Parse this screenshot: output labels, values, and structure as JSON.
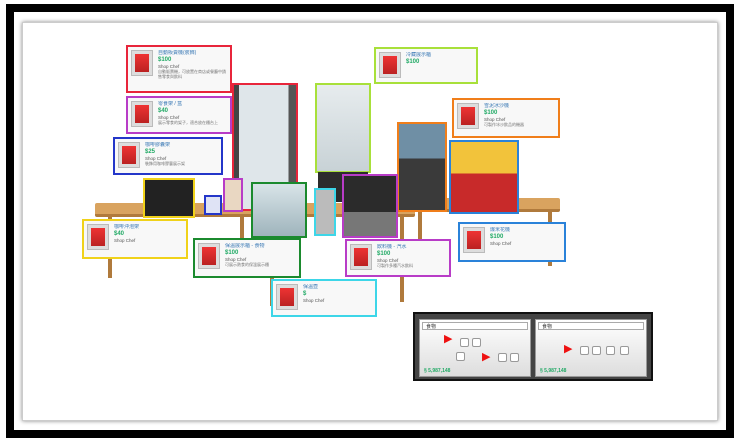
{
  "cards": [
    {
      "id": "c1",
      "title": "自動販賣機(裝飾)",
      "price": "100",
      "author": "Shop Chef",
      "desc": "自動販賣機，可放置在商店或餐廳中銷售零食與飲料",
      "color": "#e8253b"
    },
    {
      "id": "c2",
      "title": "零食架 / 盒",
      "price": "40",
      "author": "Shop Chef",
      "desc": "展示零食的架子，適合放在櫃台上",
      "color": "#b83cc7"
    },
    {
      "id": "c3",
      "title": "咖啡膠囊架",
      "price": "25",
      "author": "Shop Chef",
      "desc": "裝飾用咖啡膠囊展示架",
      "color": "#2436c9"
    },
    {
      "id": "c4",
      "title": "冷藏展示櫃",
      "price": "100",
      "author": "",
      "desc": "",
      "color": "#a8e03a"
    },
    {
      "id": "c5",
      "title": "雪泥冰沙機",
      "price": "100",
      "author": "Shop Chef",
      "desc": "可製作冰沙飲品的機器",
      "color": "#f07e1a"
    },
    {
      "id": "c6",
      "title": "咖啡沖泡架",
      "price": "40",
      "author": "Shop Chef",
      "desc": "",
      "color": "#f0d21a"
    },
    {
      "id": "c7",
      "title": "保溫展示櫃 - 食物",
      "price": "100",
      "author": "Shop Chef",
      "desc": "可展示熱食的保溫展示櫃",
      "color": "#1b8a2e"
    },
    {
      "id": "c8",
      "title": "保溫壺",
      "price": "",
      "author": "Shop Chef",
      "desc": "",
      "color": "#3dd6e8"
    },
    {
      "id": "c9",
      "title": "飲料機 - 汽水",
      "price": "100",
      "author": "Shop Chef",
      "desc": "可製作多種汽水飲料",
      "color": "#b83cc7"
    },
    {
      "id": "c10",
      "title": "爆米花機",
      "price": "100",
      "author": "Shop Chef",
      "desc": "",
      "color": "#2a82d9"
    }
  ],
  "panel": {
    "left": {
      "header": "食物",
      "money": "§ 5,987,148"
    },
    "right": {
      "header": "食物",
      "money": "§ 5,987,148"
    }
  }
}
